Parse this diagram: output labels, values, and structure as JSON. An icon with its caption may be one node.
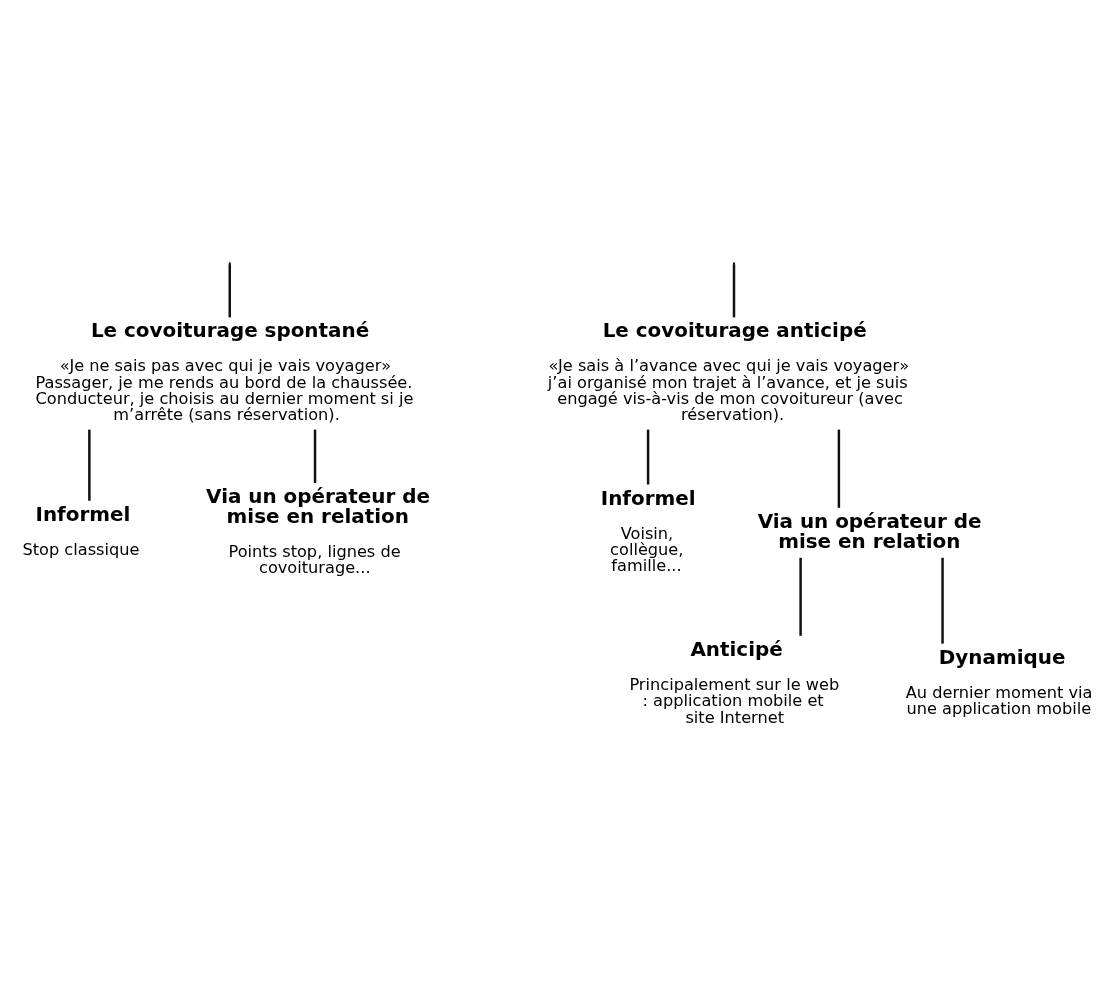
{
  "diagram": {
    "nodes": [
      {
        "text": [
          "Le covoiturage spontané",
          "«Je ne sais pas avec qui je vais voyager» Passager, je me rends au bord de la chaussée. Conducteur, je choisis au dernier moment si je m’arrête (sans réservation)."
        ]
      },
      {
        "text": [
          "Informel",
          "Stop classique"
        ]
      },
      {
        "text": [
          "Via un opérateur de mise en relation",
          "Points stop, lignes de covoiturage..."
        ]
      },
      {
        "text": [
          "Le covoiturage anticipé",
          "«Je sais à l’avance avec qui je vais voyager» j’ai organisé mon trajet à l’avance, et je suis engagé vis-à-vis de mon covoitureur (avec réservation)."
        ]
      },
      {
        "text": [
          "Informel",
          "Voisin, collègue, famille..."
        ]
      },
      {
        "text": [
          "Via un opérateur de mise en relation"
        ]
      },
      {
        "text": [
          "Anticipé",
          "Principalement sur le web : application mobile et site Internet"
        ]
      },
      {
        "text": [
          "Dynamique",
          "Au dernier moment via une application mobile"
        ]
      }
    ],
    "edges": [
      {
        "from": null,
        "to": 3,
        "arrow": "none"
      },
      {
        "from": null,
        "to": 0,
        "arrow": "none"
      },
      {
        "from": 0,
        "to": 1,
        "arrow": "none"
      },
      {
        "from": 0,
        "to": 2,
        "arrow": "none"
      },
      {
        "from": 3,
        "to": 4,
        "arrow": "none"
      },
      {
        "from": 3,
        "to": 5,
        "arrow": "none"
      },
      {
        "from": 5,
        "to": 6,
        "arrow": "none"
      },
      {
        "from": 5,
        "to": 7,
        "arrow": "none"
      }
    ]
  }
}
